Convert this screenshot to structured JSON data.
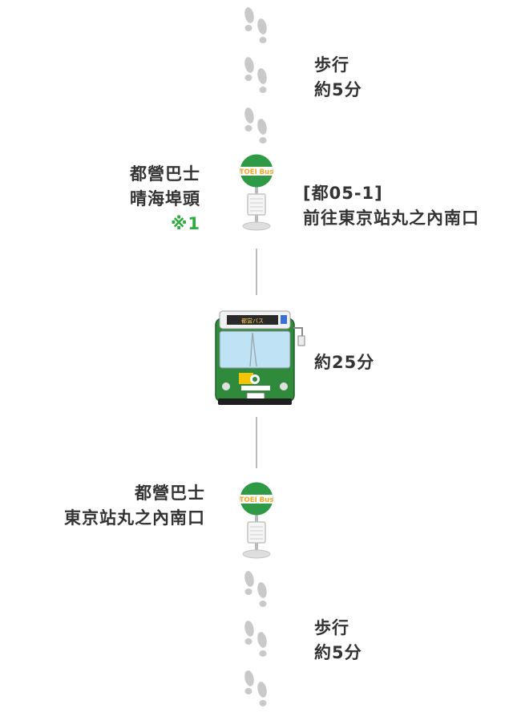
{
  "walk_top": {
    "line1": "歩行",
    "line2": "約5分"
  },
  "stop_origin": {
    "line1": "都營巴士",
    "line2": "晴海埠頭",
    "note": "※1"
  },
  "route": {
    "number": "[都05-1]",
    "destination": "前往東京站丸之內南口"
  },
  "ride": {
    "duration": "約25分"
  },
  "stop_destination": {
    "line1": "都營巴士",
    "line2": "東京站丸之內南口"
  },
  "walk_bottom": {
    "line1": "歩行",
    "line2": "約5分"
  },
  "sign_label": "TOEI Bus",
  "colors": {
    "accent_green": "#2eab3a",
    "bus_green": "#2f8a3c",
    "sign_green": "#2e9a45",
    "sign_text": "#f5a623",
    "line_gray": "#bdbdbd"
  }
}
